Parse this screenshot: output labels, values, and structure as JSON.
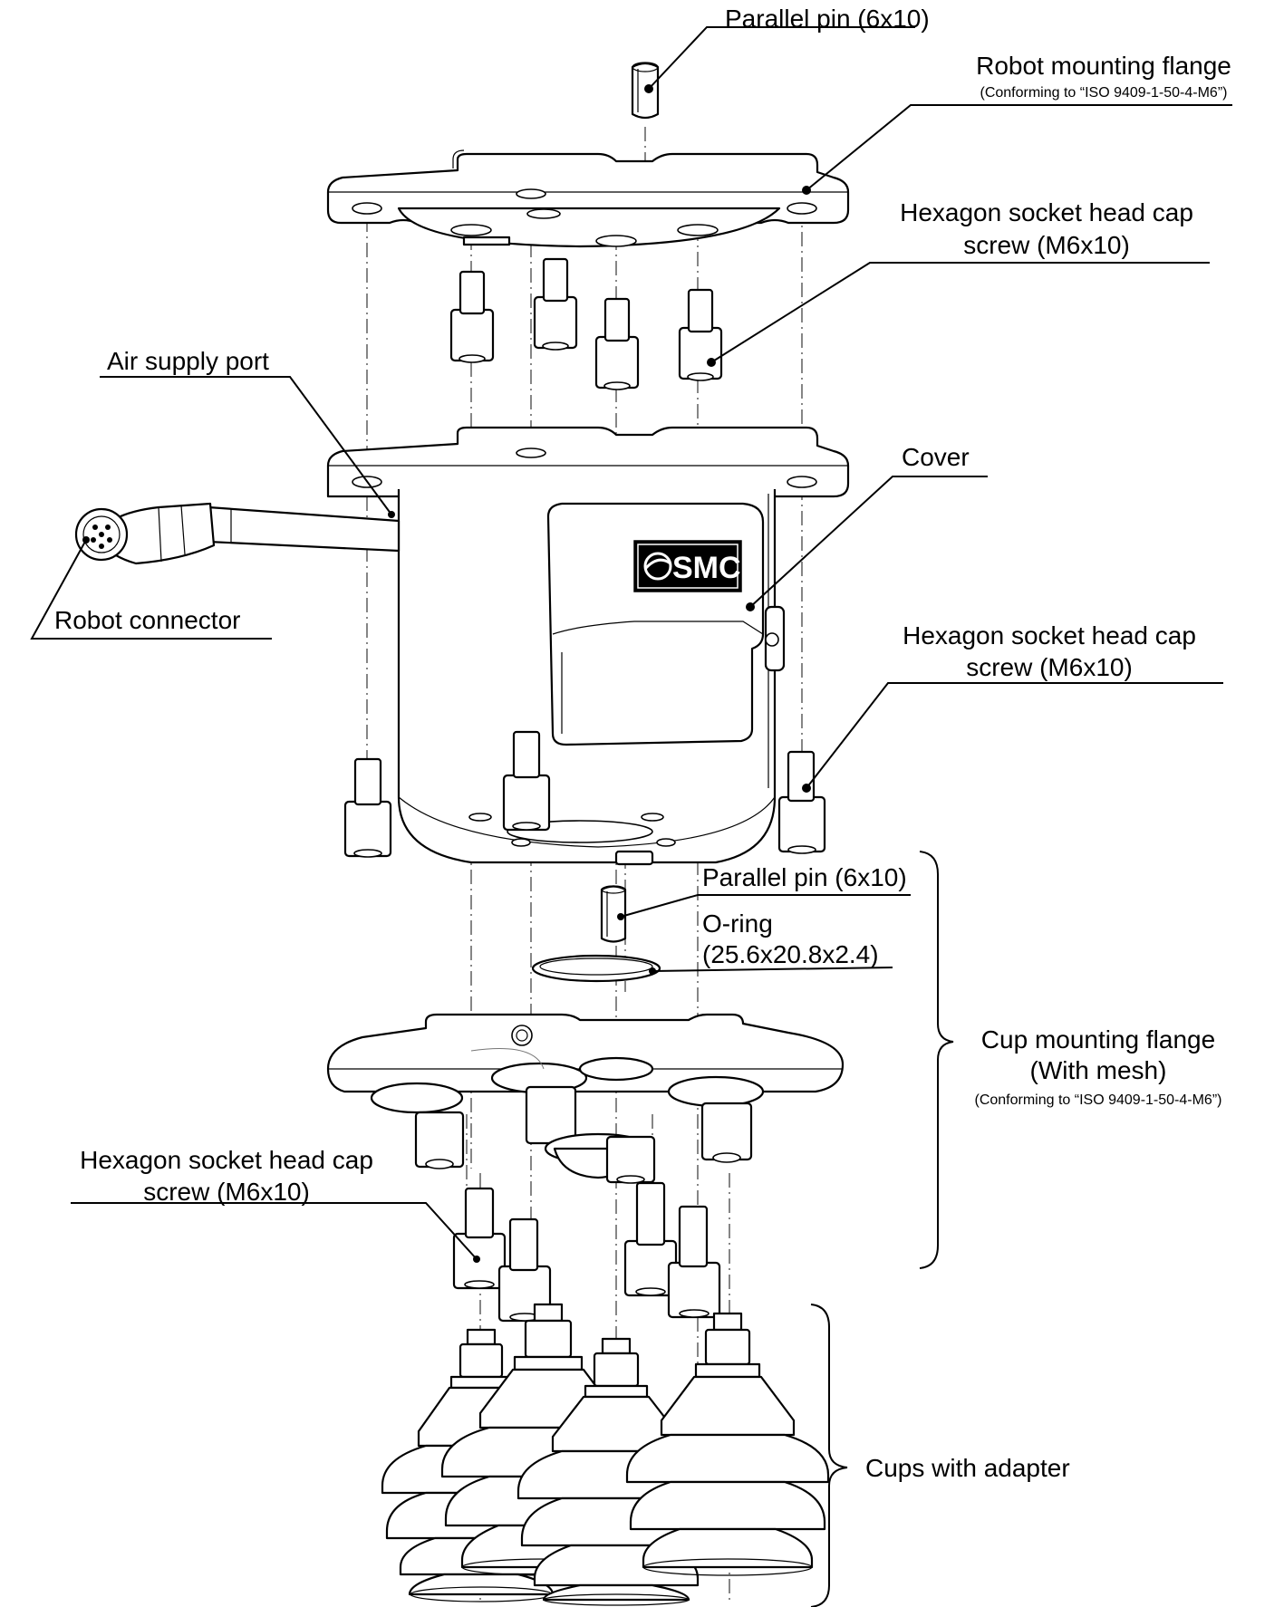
{
  "labels": {
    "parallel_pin_top": "Parallel pin (6x10)",
    "robot_flange": "Robot mounting flange",
    "robot_flange_note": "(Conforming to “ISO 9409-1-50-4-M6”)",
    "hex_screw_top_1": "Hexagon socket head cap",
    "hex_screw_top_2": "screw (M6x10)",
    "air_supply": "Air supply port",
    "cover": "Cover",
    "robot_connector": "Robot connector",
    "hex_screw_mid_1": "Hexagon socket head cap",
    "hex_screw_mid_2": "screw (M6x10)",
    "parallel_pin_mid": "Parallel pin (6x10)",
    "oring_1": "O-ring",
    "oring_2": "(25.6x20.8x2.4)",
    "cup_flange_1": "Cup mounting flange",
    "cup_flange_2": "(With mesh)",
    "cup_flange_note": "(Conforming to “ISO 9409-1-50-4-M6”)",
    "hex_screw_low_1": "Hexagon socket head cap",
    "hex_screw_low_2": "screw (M6x10)",
    "cups": "Cups with adapter",
    "brand_logo": "SMC"
  },
  "icons": {
    "brand": "smc-logo-icon",
    "connector": "robot-connector-icon"
  }
}
